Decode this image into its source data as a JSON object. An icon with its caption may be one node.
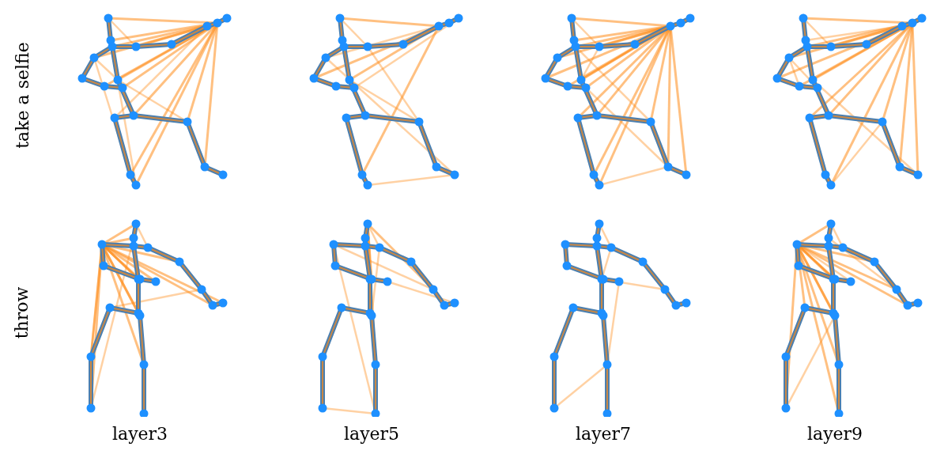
{
  "diagram": {
    "labels": [
      "take a selfie",
      "throw",
      "layer3",
      "layer5",
      "layer7",
      "layer9"
    ]
  }
}
